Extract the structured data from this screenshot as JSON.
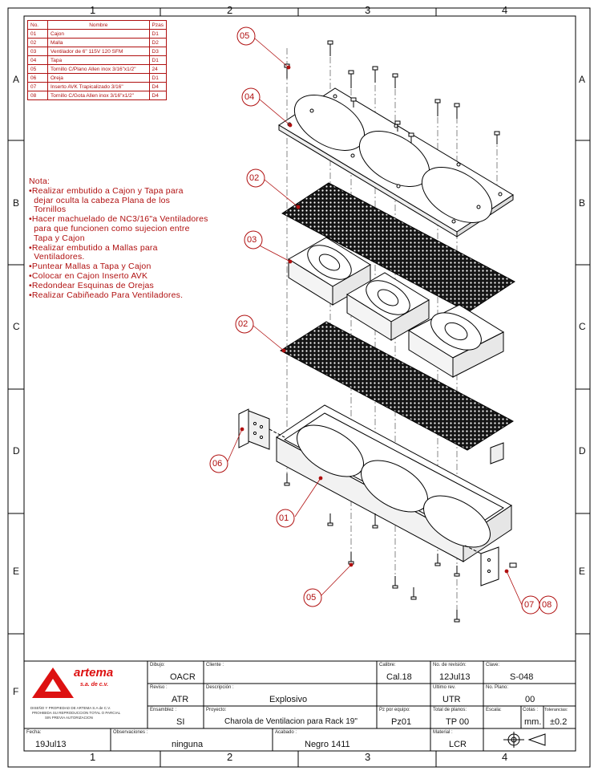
{
  "grid": {
    "columns": [
      "1",
      "2",
      "3",
      "4"
    ],
    "rows": [
      "A",
      "B",
      "C",
      "D",
      "E",
      "F"
    ]
  },
  "parts_table": {
    "headers": {
      "no": "No.",
      "name": "Nombre",
      "qty": "Pzas"
    },
    "rows": [
      {
        "no": "01",
        "name": "Cajon",
        "qty": "D1"
      },
      {
        "no": "02",
        "name": "Malla",
        "qty": "D2"
      },
      {
        "no": "03",
        "name": "Ventilador de 6\" 115V 120 SFM",
        "qty": "D3"
      },
      {
        "no": "04",
        "name": "Tapa",
        "qty": "D1"
      },
      {
        "no": "05",
        "name": "Tornillo C/Plano Allen inox 3/16\"x1/2\"",
        "qty": "24"
      },
      {
        "no": "06",
        "name": "Oreja",
        "qty": "D1"
      },
      {
        "no": "07",
        "name": "Inserto AVK Trapicalizado 3/16\"",
        "qty": "D4"
      },
      {
        "no": "08",
        "name": "Tornillo C/Gota Allen inox 3/16\"x1/2\"",
        "qty": "D4"
      }
    ]
  },
  "notes": {
    "title": "Nota:",
    "lines": [
      "•Realizar embutido a Cajon y Tapa para",
      "  dejar oculta la cabeza Plana de los",
      "  Tornillos",
      "•Hacer machuelado de NC3/16\"a Ventiladores",
      "  para que funcionen como sujecion entre",
      "  Tapa y Cajon",
      "•Realizar embutido a Mallas para",
      "  Ventiladores.",
      "•Puntear Mallas a Tapa y Cajon",
      "•Colocar en Cajon Inserto AVK",
      "•Redondear Esquinas de Orejas",
      "•Realizar Cabiñeado Para Ventiladores."
    ]
  },
  "balloons": [
    {
      "label": "05"
    },
    {
      "label": "04"
    },
    {
      "label": "02"
    },
    {
      "label": "03"
    },
    {
      "label": "02"
    },
    {
      "label": "06"
    },
    {
      "label": "01"
    },
    {
      "label": "05"
    },
    {
      "label": "07"
    },
    {
      "label": "08"
    }
  ],
  "title_block": {
    "logo_text": "artema",
    "logo_sub": "s.a. de c.v.",
    "copyright": [
      "DISEÑO Y PROPIEDAD DE ARTEMA S.A de C.V.",
      "PROHIBIDA SU REPRODUCCION TOTAL O PARCIAL",
      "SIN PREVIA AUTORIZACION"
    ],
    "labels": {
      "dibujo": "Dibujo:",
      "cliente": "Cliente :",
      "calibre": "Calibre:",
      "no_revision": "No. de revisión:",
      "clave": "Clave:",
      "reviso": "Reviso :",
      "descripcion": "Descripción :",
      "ultimo_rev": "Ultimo rev.",
      "no_plano": "No. Plano:",
      "ensamblez": "Ensamblez :",
      "proyecto": "Proyecto:",
      "pz_por_equipo": "Pz por equipo:",
      "total_planos": "Total de planos:",
      "escala": "Escala:",
      "cotas": "Cotas :",
      "tolerancias": "Tolerancias:",
      "fecha": "Fecha:",
      "observaciones": "Observaciones :",
      "acabado": "Acabado :",
      "material": "Material :"
    },
    "values": {
      "dibujo": "OACR",
      "cliente": "",
      "calibre": "Cal.18",
      "no_revision": "12Jul13",
      "clave": "S-048",
      "reviso": "ATR",
      "descripcion": "Explosivo",
      "ultimo_rev": "UTR",
      "no_plano": "00",
      "ensamblez": "SI",
      "proyecto": "Charola de Ventilacion para Rack 19\"",
      "pz_por_equipo": "Pz01",
      "total_planos": "TP 00",
      "escala": "",
      "cotas": "mm.",
      "tolerancias": "±0.2",
      "fecha": "19Jul13",
      "observaciones": "ninguna",
      "acabado": "Negro 1411",
      "material": "LCR"
    }
  }
}
